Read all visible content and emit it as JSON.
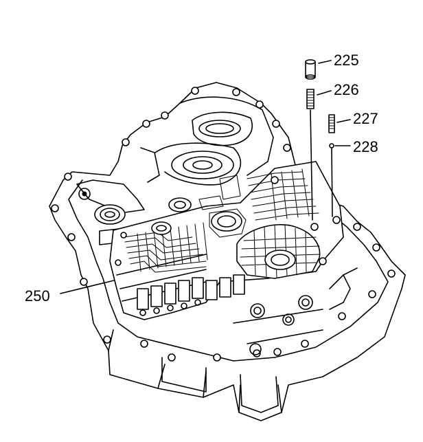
{
  "figure": {
    "callouts": [
      {
        "id": "225",
        "label": "225"
      },
      {
        "id": "226",
        "label": "226"
      },
      {
        "id": "227",
        "label": "227"
      },
      {
        "id": "228",
        "label": "228"
      },
      {
        "id": "250",
        "label": "250"
      }
    ]
  }
}
